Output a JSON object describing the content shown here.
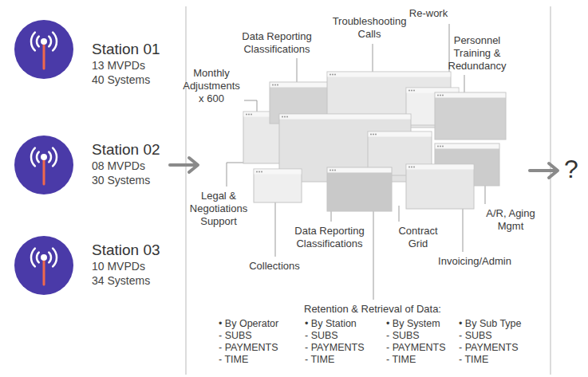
{
  "diagram": {
    "nodes": [
      {
        "text": [
          "Station 01",
          "13 MVPDs",
          "40 Systems"
        ]
      },
      {
        "text": [
          "Station 02",
          "08 MVPDs",
          "30 Systems"
        ]
      },
      {
        "text": [
          "Station 03",
          "10 MVPDs",
          "34 Systems"
        ]
      }
    ],
    "labels": [
      "Re-work",
      "Troubleshooting Calls",
      "Data Reporting Classifications",
      "Personnel Training & Redundancy",
      "Monthly Adjustments x 600",
      "Legal & Negotiations Support",
      "A/R, Aging Mgmt",
      "Data Reporting Classifications",
      "Contract Grid",
      "Collections",
      "Invoicing/Admin",
      "Retention & Retrieval of Data:",
      "• By Operator",
      "• By Station",
      "• By System",
      "• By Sub Type",
      "- SUBS",
      "- SUBS",
      "- SUBS",
      "- SUBS",
      "- PAYMENTS",
      "- PAYMENTS",
      "- PAYMENTS",
      "- PAYMENTS",
      "- TIME",
      "- TIME",
      "- TIME",
      "- TIME",
      "?"
    ]
  }
}
